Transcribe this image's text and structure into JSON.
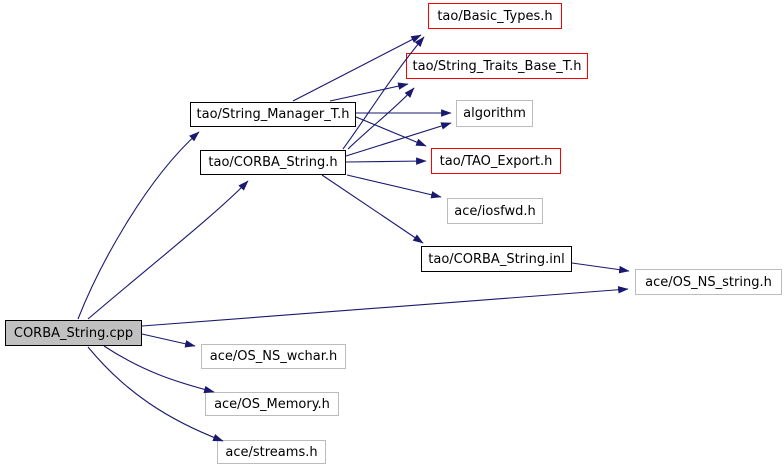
{
  "diagram": {
    "type": "include-dependency-graph",
    "colors": {
      "edge": "#191970",
      "linked_internal_border": "#000000",
      "truncated_border": "#fe0000",
      "external_border": "#bcbcbc",
      "main_node_fill": "#c0c0c0",
      "background": "#ffffff",
      "text": "#000000"
    },
    "nodes": {
      "cpp": {
        "label": "CORBA_String.cpp"
      },
      "string_manager": {
        "label": "tao/String_Manager_T.h"
      },
      "corba_string_h": {
        "label": "tao/CORBA_String.h"
      },
      "basic_types": {
        "label": "tao/Basic_Types.h"
      },
      "string_traits": {
        "label": "tao/String_Traits_Base_T.h"
      },
      "algorithm": {
        "label": "algorithm"
      },
      "tao_export": {
        "label": "tao/TAO_Export.h"
      },
      "iosfwd": {
        "label": "ace/iosfwd.h"
      },
      "corba_string_inl": {
        "label": "tao/CORBA_String.inl"
      },
      "os_ns_string": {
        "label": "ace/OS_NS_string.h"
      },
      "os_ns_wchar": {
        "label": "ace/OS_NS_wchar.h"
      },
      "os_memory": {
        "label": "ace/OS_Memory.h"
      },
      "streams": {
        "label": "ace/streams.h"
      }
    },
    "edges": [
      {
        "from": "CORBA_String.cpp",
        "to": "tao/String_Manager_T.h"
      },
      {
        "from": "CORBA_String.cpp",
        "to": "tao/CORBA_String.h"
      },
      {
        "from": "CORBA_String.cpp",
        "to": "ace/OS_NS_string.h"
      },
      {
        "from": "CORBA_String.cpp",
        "to": "ace/OS_NS_wchar.h"
      },
      {
        "from": "CORBA_String.cpp",
        "to": "ace/OS_Memory.h"
      },
      {
        "from": "CORBA_String.cpp",
        "to": "ace/streams.h"
      },
      {
        "from": "tao/String_Manager_T.h",
        "to": "tao/Basic_Types.h"
      },
      {
        "from": "tao/String_Manager_T.h",
        "to": "tao/String_Traits_Base_T.h"
      },
      {
        "from": "tao/String_Manager_T.h",
        "to": "algorithm"
      },
      {
        "from": "tao/String_Manager_T.h",
        "to": "tao/TAO_Export.h"
      },
      {
        "from": "tao/CORBA_String.h",
        "to": "tao/Basic_Types.h"
      },
      {
        "from": "tao/CORBA_String.h",
        "to": "tao/String_Traits_Base_T.h"
      },
      {
        "from": "tao/CORBA_String.h",
        "to": "algorithm"
      },
      {
        "from": "tao/CORBA_String.h",
        "to": "tao/TAO_Export.h"
      },
      {
        "from": "tao/CORBA_String.h",
        "to": "ace/iosfwd.h"
      },
      {
        "from": "tao/CORBA_String.h",
        "to": "tao/CORBA_String.inl"
      },
      {
        "from": "tao/CORBA_String.inl",
        "to": "ace/OS_NS_string.h"
      }
    ]
  }
}
